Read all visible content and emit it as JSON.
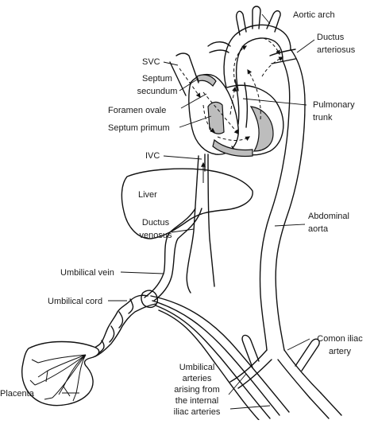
{
  "labels": {
    "aortic_arch": "Aortic arch",
    "ductus_arteriosus": [
      "Ductus",
      "arteriosus"
    ],
    "svc": "SVC",
    "septum_secundum": [
      "Septum",
      "secundum"
    ],
    "foramen_ovale": "Foramen ovale",
    "septum_primum": "Septum primum",
    "pulmonary_trunk": [
      "Pulmonary",
      "trunk"
    ],
    "ivc": "IVC",
    "liver": "Liver",
    "ductus_venosus": [
      "Ductus",
      "venosus"
    ],
    "abdominal_aorta": [
      "Abdominal",
      "aorta"
    ],
    "umbilical_vein": "Umbilical vein",
    "umbilical_cord": "Umbilical cord",
    "common_iliac_artery": [
      "Comon iliac",
      "artery"
    ],
    "placenta": "Placenta",
    "umbilical_arteries": [
      "Umbilical",
      "arteries",
      "arising from",
      "the internal",
      "iliac arteries"
    ]
  }
}
